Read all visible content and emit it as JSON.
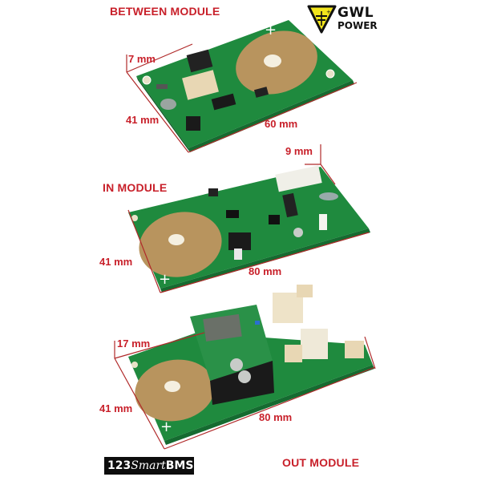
{
  "logos": {
    "gwl": {
      "line1": "GWL",
      "line2": "POWER",
      "icon": "lightning-triangle-icon",
      "triangle_color": "#f2e51c"
    },
    "bms": {
      "num": "123",
      "smart": "Smart",
      "bms": "BMS"
    }
  },
  "modules": [
    {
      "title": "BETWEEN MODULE",
      "height": "7 mm",
      "width": "41 mm",
      "length": "60 mm"
    },
    {
      "title": "IN MODULE",
      "height": "9 mm",
      "width": "41 mm",
      "length": "80 mm"
    },
    {
      "title": "OUT MODULE",
      "height": "17 mm",
      "width": "41 mm",
      "length": "80 mm"
    }
  ],
  "colors": {
    "label_red": "#c8202a",
    "pcb_green": "#1f8a3e",
    "coil_copper": "#b8945e",
    "dim_line": "#b02a2a"
  }
}
